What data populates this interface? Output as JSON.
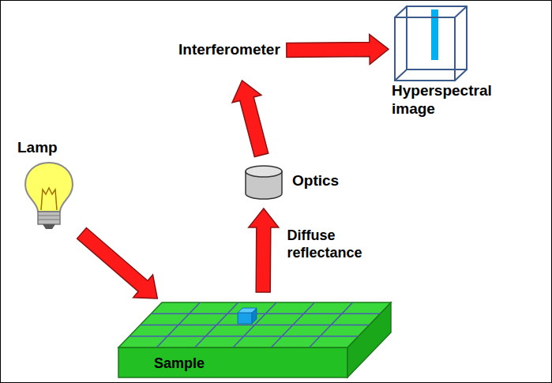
{
  "diagram": {
    "nodes": [
      {
        "text": [
          "Interferometer"
        ]
      },
      {
        "text": [
          "Hyperspectral image"
        ]
      },
      {
        "text": [
          "Lamp"
        ]
      },
      {
        "text": [
          "Optics"
        ]
      },
      {
        "text": [
          "Sample"
        ]
      }
    ],
    "edges": [
      {
        "from": 2,
        "to": 4,
        "arrow": "to"
      },
      {
        "from": 4,
        "to": 3,
        "label": "Diffuse reflectance",
        "arrow": "to"
      },
      {
        "from": 3,
        "to": 0,
        "arrow": "to"
      },
      {
        "from": 0,
        "to": 1,
        "arrow": "to"
      }
    ]
  }
}
